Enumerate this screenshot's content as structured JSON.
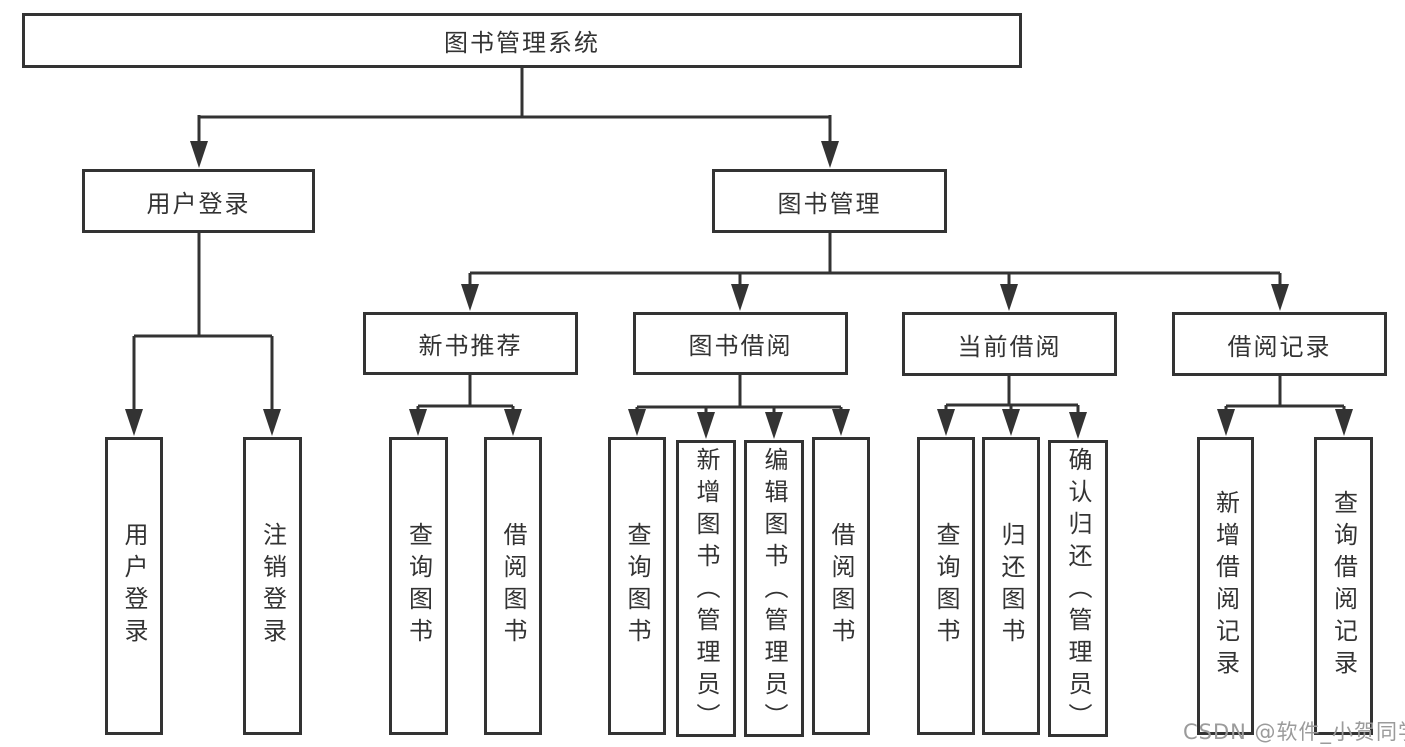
{
  "diagram": {
    "root": {
      "label": "图书管理系统"
    },
    "branches": [
      {
        "label": "用户登录",
        "children": [
          {
            "label": "用户登录"
          },
          {
            "label": "注销登录"
          }
        ]
      },
      {
        "label": "图书管理",
        "children": [
          {
            "label": "新书推荐",
            "children": [
              {
                "label": "查询图书"
              },
              {
                "label": "借阅图书"
              }
            ]
          },
          {
            "label": "图书借阅",
            "children": [
              {
                "label": "查询图书"
              },
              {
                "label": "新增图书（管理员）"
              },
              {
                "label": "编辑图书（管理员）"
              },
              {
                "label": "借阅图书"
              }
            ]
          },
          {
            "label": "当前借阅",
            "children": [
              {
                "label": "查询图书"
              },
              {
                "label": "归还图书"
              },
              {
                "label": "确认归还（管理员）"
              }
            ]
          },
          {
            "label": "借阅记录",
            "children": [
              {
                "label": "新增借阅记录"
              },
              {
                "label": "查询借阅记录"
              }
            ]
          }
        ]
      }
    ]
  },
  "watermark": {
    "label": "CSDN @软件_小贺同学"
  },
  "colors": {
    "line": "#333333",
    "text": "#333333",
    "node_background": "#ffffff",
    "watermark": "#9b9b9b",
    "page_background": "#ffffff"
  }
}
